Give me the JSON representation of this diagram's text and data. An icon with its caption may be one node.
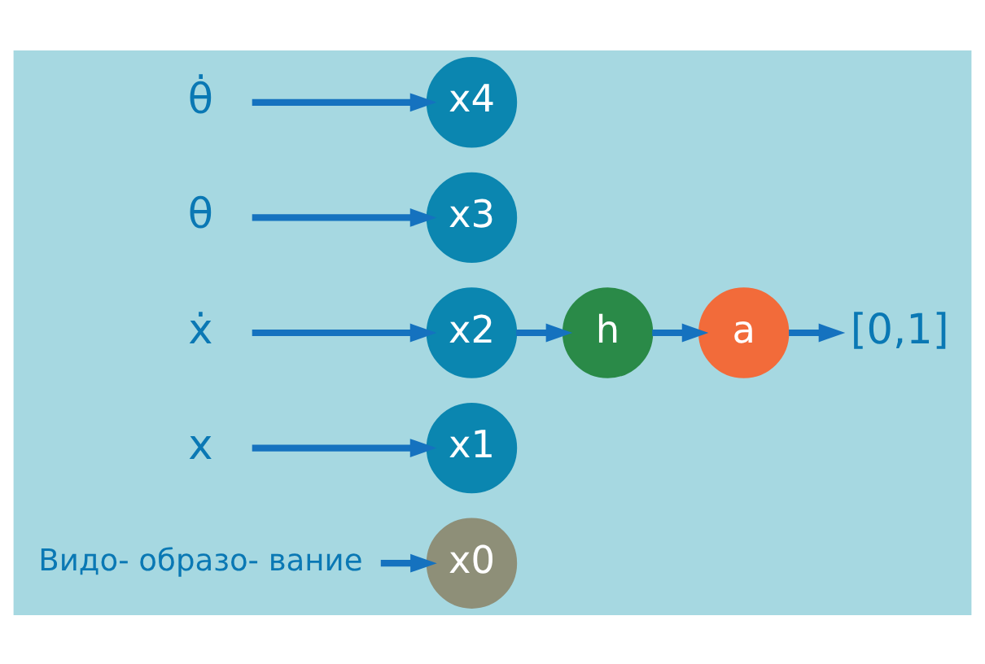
{
  "diagram": {
    "nodes": [
      {
        "text": [
          "Видо- образо- вание"
        ]
      },
      {
        "text": [
          "x0"
        ]
      },
      {
        "text": [
          "x"
        ]
      },
      {
        "text": [
          "x1"
        ]
      },
      {
        "text": [
          "ẋ"
        ]
      },
      {
        "text": [
          "x2"
        ]
      },
      {
        "text": [
          "h"
        ]
      },
      {
        "text": [
          "a"
        ]
      },
      {
        "text": [
          "[0,1]"
        ]
      },
      {
        "text": [
          "θ"
        ]
      },
      {
        "text": [
          "x3"
        ]
      },
      {
        "text": [
          "θ̇"
        ]
      },
      {
        "text": [
          "x4"
        ]
      }
    ],
    "edges": [
      {
        "from": 0,
        "to": 1,
        "arrow": "to"
      },
      {
        "from": 2,
        "to": 3,
        "arrow": "to"
      },
      {
        "from": 4,
        "to": 5,
        "arrow": "to"
      },
      {
        "from": 5,
        "to": 6,
        "arrow": "to"
      },
      {
        "from": 6,
        "to": 7,
        "arrow": "to"
      },
      {
        "from": 7,
        "to": 8,
        "arrow": "to"
      },
      {
        "from": 9,
        "to": 10,
        "arrow": "to"
      },
      {
        "from": 11,
        "to": 12,
        "arrow": "to"
      }
    ]
  }
}
